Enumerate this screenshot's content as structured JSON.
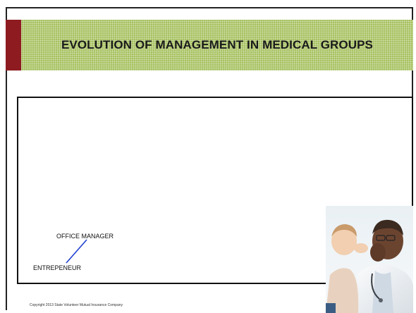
{
  "slide": {
    "title": "EVOLUTION OF MANAGEMENT IN MEDICAL GROUPS",
    "labels": {
      "office_manager": "OFFICE MANAGER",
      "entrepreneur": "ENTREPENEUR"
    },
    "footer": "Copyright 2013  State Volunteer Mutual Insurance Company"
  },
  "colors": {
    "title_band": "#a6c15f",
    "left_accent": "#8e1b20",
    "connector_line": "#1f3fd1"
  },
  "icons": {
    "photo": "doctor-with-child-photo"
  }
}
